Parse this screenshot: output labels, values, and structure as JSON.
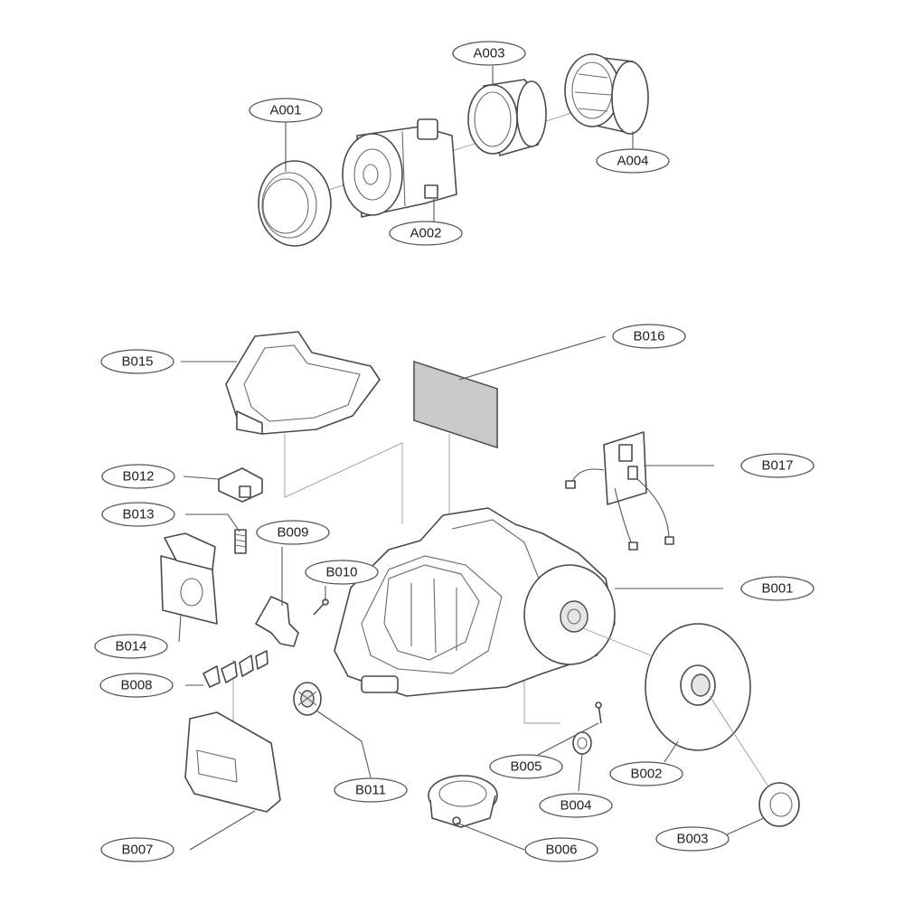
{
  "callouts": {
    "A001": "A001",
    "A002": "A002",
    "A003": "A003",
    "A004": "A004",
    "B001": "B001",
    "B002": "B002",
    "B003": "B003",
    "B004": "B004",
    "B005": "B005",
    "B006": "B006",
    "B007": "B007",
    "B008": "B008",
    "B009": "B009",
    "B010": "B010",
    "B011": "B011",
    "B012": "B012",
    "B013": "B013",
    "B014": "B014",
    "B015": "B015",
    "B016": "B016",
    "B017": "B017"
  },
  "colors": {
    "line": "#4a4a4a",
    "filter": "#cfcfcf",
    "background": "#ffffff"
  }
}
